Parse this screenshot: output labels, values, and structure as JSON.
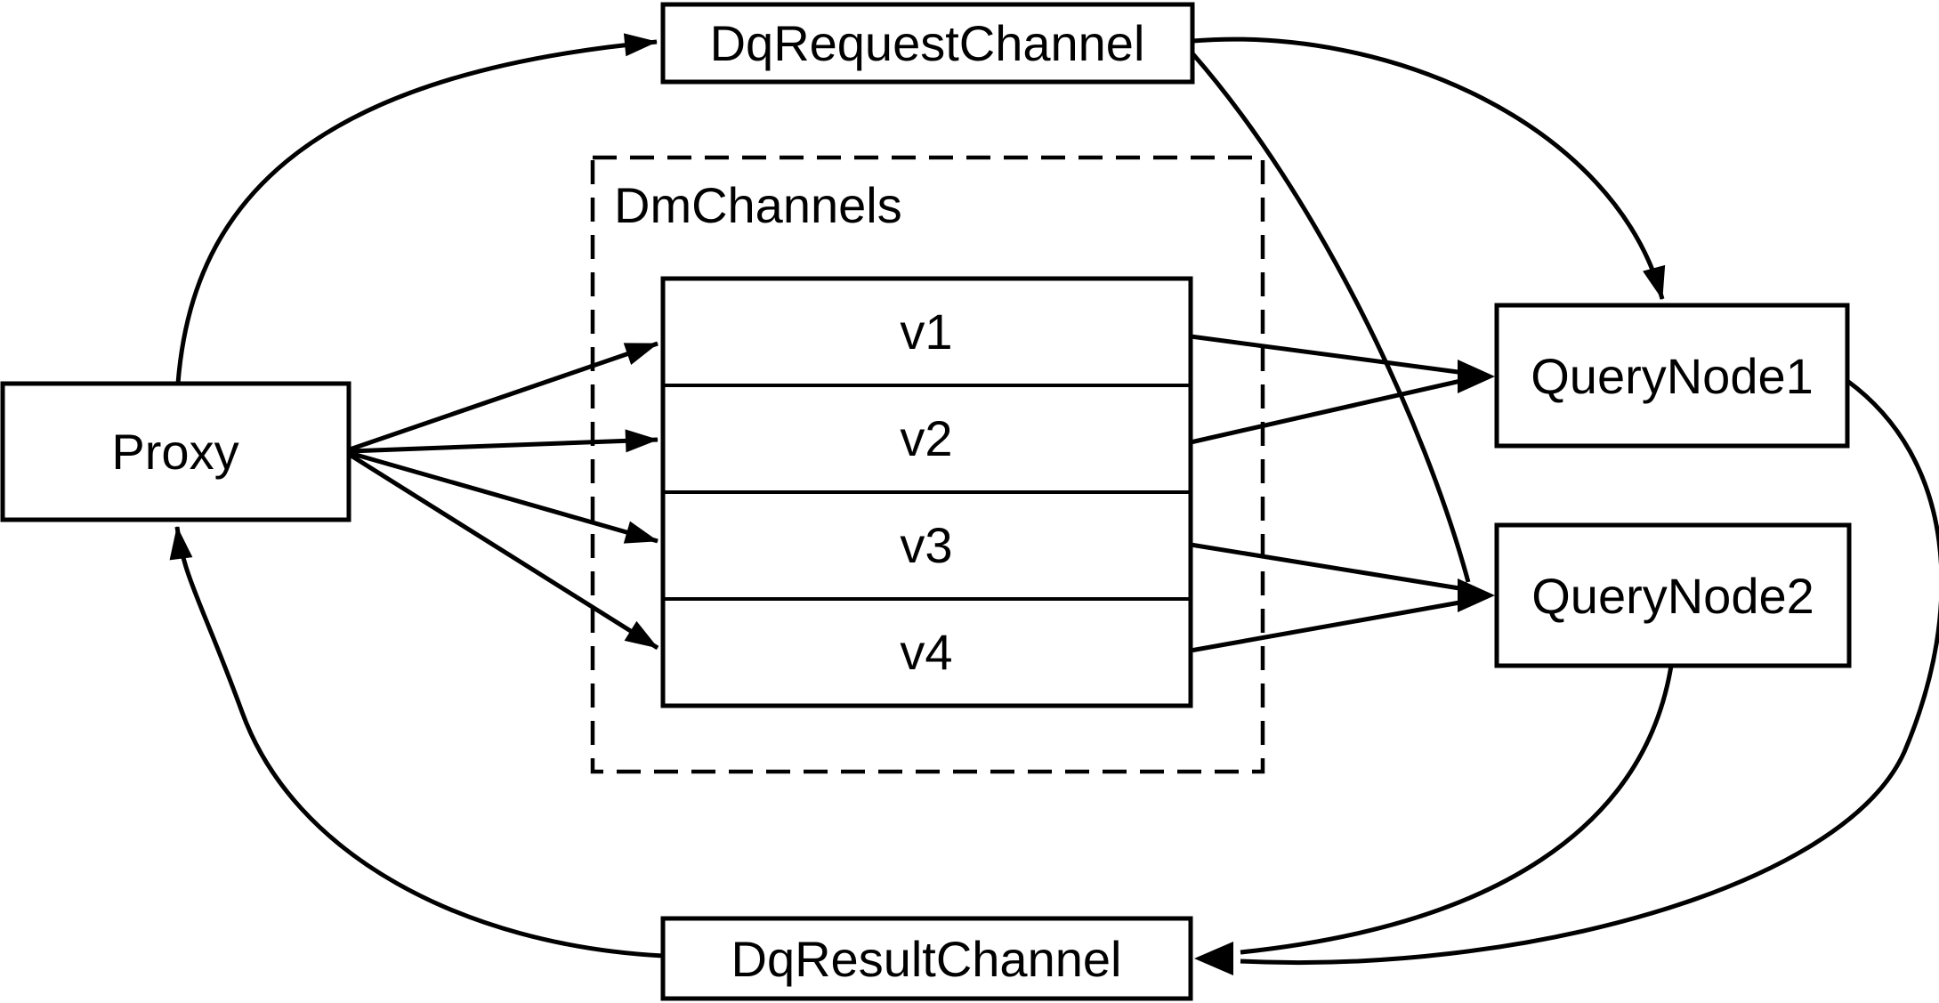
{
  "title": "Query channel flow diagram",
  "colors": {
    "background": "#ffffff",
    "stroke": "#000000",
    "text": "#000000"
  },
  "nodes": {
    "proxy": {
      "label": "Proxy"
    },
    "dqRequestChannel": {
      "label": "DqRequestChannel"
    },
    "dmChannels": {
      "label": "DmChannels"
    },
    "v1": {
      "label": "v1"
    },
    "v2": {
      "label": "v2"
    },
    "v3": {
      "label": "v3"
    },
    "v4": {
      "label": "v4"
    },
    "queryNode1": {
      "label": "QueryNode1"
    },
    "queryNode2": {
      "label": "QueryNode2"
    },
    "dqResultChannel": {
      "label": "DqResultChannel"
    }
  },
  "edges": [
    {
      "from": "Proxy",
      "to": "DqRequestChannel"
    },
    {
      "from": "DqRequestChannel",
      "to": "QueryNode1"
    },
    {
      "from": "DqRequestChannel",
      "to": "QueryNode2"
    },
    {
      "from": "Proxy",
      "to": "v1"
    },
    {
      "from": "Proxy",
      "to": "v2"
    },
    {
      "from": "Proxy",
      "to": "v3"
    },
    {
      "from": "Proxy",
      "to": "v4"
    },
    {
      "from": "v1",
      "to": "QueryNode1"
    },
    {
      "from": "v2",
      "to": "QueryNode1"
    },
    {
      "from": "v3",
      "to": "QueryNode2"
    },
    {
      "from": "v4",
      "to": "QueryNode2"
    },
    {
      "from": "QueryNode1",
      "to": "DqResultChannel"
    },
    {
      "from": "QueryNode2",
      "to": "DqResultChannel"
    },
    {
      "from": "DqResultChannel",
      "to": "Proxy"
    }
  ]
}
